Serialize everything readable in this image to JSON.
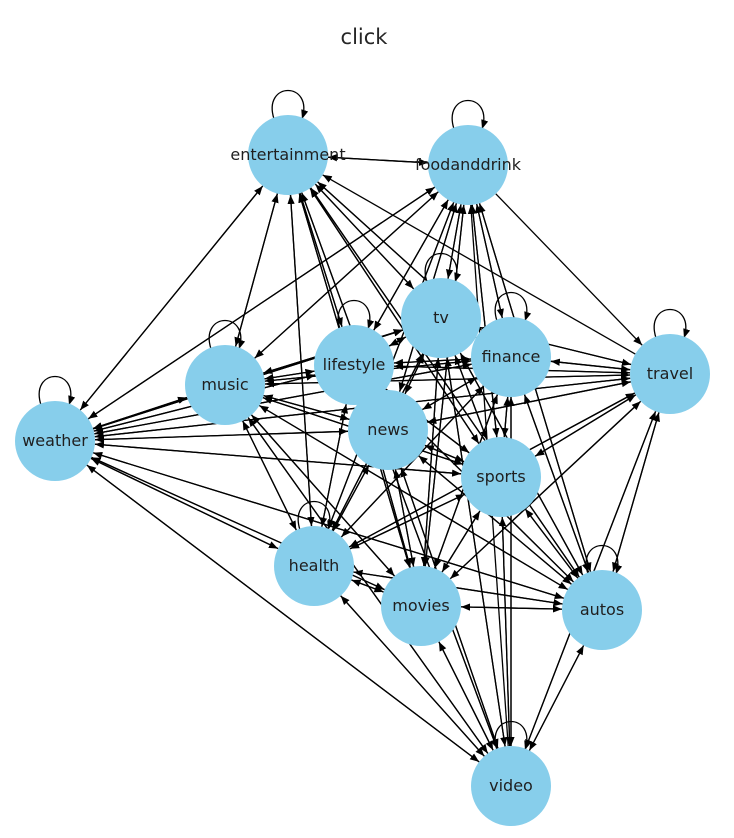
{
  "title": "click",
  "colors": {
    "node_fill": "#87ceeb",
    "edge": "#000000",
    "background": "#ffffff"
  },
  "graph": {
    "directed": true,
    "nodes": [
      {
        "id": "entertainment",
        "label": "entertainment"
      },
      {
        "id": "foodanddrink",
        "label": "foodanddrink"
      },
      {
        "id": "tv",
        "label": "tv"
      },
      {
        "id": "finance",
        "label": "finance"
      },
      {
        "id": "travel",
        "label": "travel"
      },
      {
        "id": "lifestyle",
        "label": "lifestyle"
      },
      {
        "id": "music",
        "label": "music"
      },
      {
        "id": "weather",
        "label": "weather"
      },
      {
        "id": "news",
        "label": "news"
      },
      {
        "id": "sports",
        "label": "sports"
      },
      {
        "id": "health",
        "label": "health"
      },
      {
        "id": "movies",
        "label": "movies"
      },
      {
        "id": "autos",
        "label": "autos"
      },
      {
        "id": "video",
        "label": "video"
      }
    ],
    "self_loops": [
      "entertainment",
      "foodanddrink",
      "tv",
      "finance",
      "travel",
      "lifestyle",
      "music",
      "weather",
      "autos",
      "video",
      "health"
    ],
    "edges": [
      [
        "entertainment",
        "foodanddrink"
      ],
      [
        "foodanddrink",
        "entertainment"
      ],
      [
        "entertainment",
        "weather"
      ],
      [
        "weather",
        "entertainment"
      ],
      [
        "entertainment",
        "music"
      ],
      [
        "music",
        "entertainment"
      ],
      [
        "entertainment",
        "lifestyle"
      ],
      [
        "lifestyle",
        "entertainment"
      ],
      [
        "entertainment",
        "news"
      ],
      [
        "news",
        "entertainment"
      ],
      [
        "entertainment",
        "tv"
      ],
      [
        "tv",
        "entertainment"
      ],
      [
        "entertainment",
        "finance"
      ],
      [
        "finance",
        "entertainment"
      ],
      [
        "entertainment",
        "sports"
      ],
      [
        "sports",
        "entertainment"
      ],
      [
        "entertainment",
        "health"
      ],
      [
        "health",
        "entertainment"
      ],
      [
        "entertainment",
        "movies"
      ],
      [
        "movies",
        "entertainment"
      ],
      [
        "entertainment",
        "autos"
      ],
      [
        "autos",
        "entertainment"
      ],
      [
        "travel",
        "entertainment"
      ],
      [
        "foodanddrink",
        "weather"
      ],
      [
        "weather",
        "foodanddrink"
      ],
      [
        "foodanddrink",
        "music"
      ],
      [
        "music",
        "foodanddrink"
      ],
      [
        "foodanddrink",
        "lifestyle"
      ],
      [
        "lifestyle",
        "foodanddrink"
      ],
      [
        "foodanddrink",
        "news"
      ],
      [
        "news",
        "foodanddrink"
      ],
      [
        "foodanddrink",
        "tv"
      ],
      [
        "tv",
        "foodanddrink"
      ],
      [
        "foodanddrink",
        "finance"
      ],
      [
        "finance",
        "foodanddrink"
      ],
      [
        "foodanddrink",
        "sports"
      ],
      [
        "sports",
        "foodanddrink"
      ],
      [
        "foodanddrink",
        "health"
      ],
      [
        "health",
        "foodanddrink"
      ],
      [
        "foodanddrink",
        "movies"
      ],
      [
        "movies",
        "foodanddrink"
      ],
      [
        "foodanddrink",
        "autos"
      ],
      [
        "autos",
        "foodanddrink"
      ],
      [
        "foodanddrink",
        "travel"
      ],
      [
        "video",
        "foodanddrink"
      ],
      [
        "weather",
        "music"
      ],
      [
        "music",
        "weather"
      ],
      [
        "weather",
        "lifestyle"
      ],
      [
        "lifestyle",
        "weather"
      ],
      [
        "weather",
        "news"
      ],
      [
        "news",
        "weather"
      ],
      [
        "weather",
        "tv"
      ],
      [
        "tv",
        "weather"
      ],
      [
        "weather",
        "finance"
      ],
      [
        "finance",
        "weather"
      ],
      [
        "weather",
        "sports"
      ],
      [
        "sports",
        "weather"
      ],
      [
        "weather",
        "travel"
      ],
      [
        "travel",
        "weather"
      ],
      [
        "weather",
        "health"
      ],
      [
        "health",
        "weather"
      ],
      [
        "weather",
        "movies"
      ],
      [
        "movies",
        "weather"
      ],
      [
        "weather",
        "autos"
      ],
      [
        "autos",
        "weather"
      ],
      [
        "weather",
        "video"
      ],
      [
        "video",
        "weather"
      ],
      [
        "music",
        "lifestyle"
      ],
      [
        "lifestyle",
        "music"
      ],
      [
        "music",
        "news"
      ],
      [
        "news",
        "music"
      ],
      [
        "music",
        "tv"
      ],
      [
        "tv",
        "music"
      ],
      [
        "music",
        "finance"
      ],
      [
        "finance",
        "music"
      ],
      [
        "music",
        "sports"
      ],
      [
        "sports",
        "music"
      ],
      [
        "music",
        "travel"
      ],
      [
        "travel",
        "music"
      ],
      [
        "music",
        "health"
      ],
      [
        "health",
        "music"
      ],
      [
        "music",
        "movies"
      ],
      [
        "movies",
        "music"
      ],
      [
        "music",
        "autos"
      ],
      [
        "autos",
        "music"
      ],
      [
        "music",
        "video"
      ],
      [
        "video",
        "music"
      ],
      [
        "lifestyle",
        "tv"
      ],
      [
        "tv",
        "lifestyle"
      ],
      [
        "lifestyle",
        "finance"
      ],
      [
        "finance",
        "lifestyle"
      ],
      [
        "lifestyle",
        "travel"
      ],
      [
        "travel",
        "lifestyle"
      ],
      [
        "lifestyle",
        "sports"
      ],
      [
        "sports",
        "lifestyle"
      ],
      [
        "lifestyle",
        "health"
      ],
      [
        "health",
        "lifestyle"
      ],
      [
        "lifestyle",
        "movies"
      ],
      [
        "movies",
        "lifestyle"
      ],
      [
        "lifestyle",
        "autos"
      ],
      [
        "autos",
        "lifestyle"
      ],
      [
        "lifestyle",
        "video"
      ],
      [
        "video",
        "lifestyle"
      ],
      [
        "news",
        "tv"
      ],
      [
        "tv",
        "news"
      ],
      [
        "news",
        "finance"
      ],
      [
        "finance",
        "news"
      ],
      [
        "news",
        "travel"
      ],
      [
        "travel",
        "news"
      ],
      [
        "news",
        "sports"
      ],
      [
        "sports",
        "news"
      ],
      [
        "news",
        "health"
      ],
      [
        "health",
        "news"
      ],
      [
        "news",
        "movies"
      ],
      [
        "movies",
        "news"
      ],
      [
        "news",
        "autos"
      ],
      [
        "autos",
        "news"
      ],
      [
        "news",
        "video"
      ],
      [
        "video",
        "news"
      ],
      [
        "tv",
        "finance"
      ],
      [
        "finance",
        "tv"
      ],
      [
        "tv",
        "travel"
      ],
      [
        "travel",
        "tv"
      ],
      [
        "tv",
        "sports"
      ],
      [
        "sports",
        "tv"
      ],
      [
        "tv",
        "health"
      ],
      [
        "health",
        "tv"
      ],
      [
        "tv",
        "movies"
      ],
      [
        "movies",
        "tv"
      ],
      [
        "tv",
        "autos"
      ],
      [
        "autos",
        "tv"
      ],
      [
        "tv",
        "video"
      ],
      [
        "video",
        "tv"
      ],
      [
        "finance",
        "travel"
      ],
      [
        "travel",
        "finance"
      ],
      [
        "finance",
        "sports"
      ],
      [
        "sports",
        "finance"
      ],
      [
        "finance",
        "health"
      ],
      [
        "health",
        "finance"
      ],
      [
        "finance",
        "movies"
      ],
      [
        "movies",
        "finance"
      ],
      [
        "finance",
        "autos"
      ],
      [
        "autos",
        "finance"
      ],
      [
        "finance",
        "video"
      ],
      [
        "video",
        "finance"
      ],
      [
        "travel",
        "sports"
      ],
      [
        "sports",
        "travel"
      ],
      [
        "travel",
        "health"
      ],
      [
        "health",
        "travel"
      ],
      [
        "travel",
        "movies"
      ],
      [
        "movies",
        "travel"
      ],
      [
        "travel",
        "autos"
      ],
      [
        "autos",
        "travel"
      ],
      [
        "travel",
        "video"
      ],
      [
        "video",
        "travel"
      ],
      [
        "sports",
        "health"
      ],
      [
        "health",
        "sports"
      ],
      [
        "sports",
        "movies"
      ],
      [
        "movies",
        "sports"
      ],
      [
        "sports",
        "autos"
      ],
      [
        "autos",
        "sports"
      ],
      [
        "sports",
        "video"
      ],
      [
        "video",
        "sports"
      ],
      [
        "health",
        "movies"
      ],
      [
        "movies",
        "health"
      ],
      [
        "health",
        "autos"
      ],
      [
        "autos",
        "health"
      ],
      [
        "health",
        "video"
      ],
      [
        "video",
        "health"
      ],
      [
        "movies",
        "autos"
      ],
      [
        "autos",
        "movies"
      ],
      [
        "movies",
        "video"
      ],
      [
        "video",
        "movies"
      ],
      [
        "autos",
        "video"
      ],
      [
        "video",
        "autos"
      ]
    ]
  }
}
